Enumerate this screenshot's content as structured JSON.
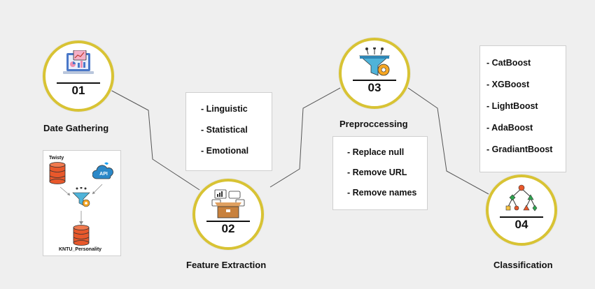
{
  "steps": [
    {
      "number": "01",
      "label": "Date Gathering"
    },
    {
      "number": "02",
      "label": "Feature Extraction"
    },
    {
      "number": "03",
      "label": "Preproccessing"
    },
    {
      "number": "04",
      "label": "Classification"
    }
  ],
  "feature_types": [
    "- Linguistic",
    "- Statistical",
    "- Emotional"
  ],
  "preprocessing_steps": [
    "- Replace null",
    "- Remove URL",
    "- Remove names"
  ],
  "classifiers": [
    "- CatBoost",
    "- XGBoost",
    "- LightBoost",
    "- AdaBoost",
    "- GradiantBoost"
  ],
  "data_sources": {
    "source_a": "Twisty",
    "source_b": "API",
    "result": "KNTU_Personality"
  },
  "colors": {
    "ring": "#d8c334",
    "database": "#e8582b",
    "twitter": "#1da1f2",
    "cloud": "#2b88c8",
    "gear": "#f5a623",
    "diagram_nodes": "#2ea44f"
  }
}
